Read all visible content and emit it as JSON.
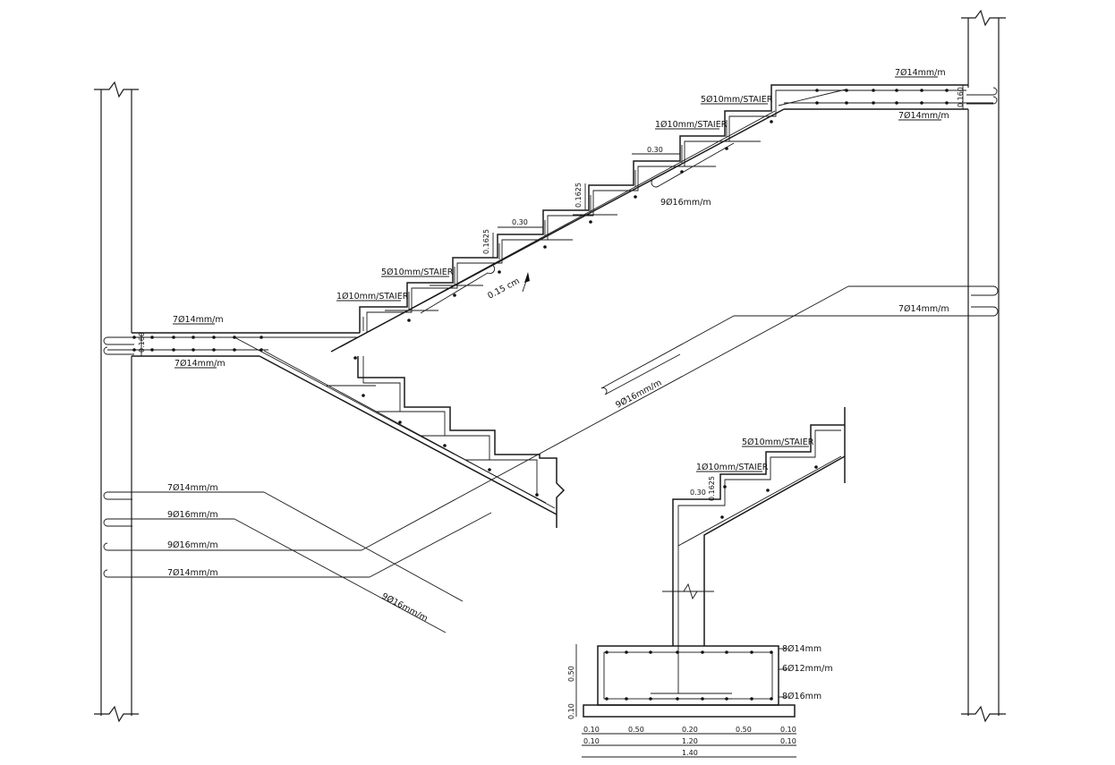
{
  "labels": {
    "top_landing_top": "7Ø14mm/m",
    "top_landing_bottom": "7Ø14mm/m",
    "top_flight_staier_a": "5Ø10mm/STAIER",
    "top_flight_staier_b": "1Ø10mm/STAIER",
    "top_flight_tread": "0.30",
    "top_flight_riser": "0.1625",
    "top_flight_main": "9Ø16mm/m",
    "mid_flight_tread": "0.30",
    "mid_flight_riser": "0.1625",
    "mid_staier_a": "5Ø10mm/STAIER",
    "mid_staier_b": "1Ø10mm/STAIER",
    "slab_thickness": "0.15 cm",
    "left_landing_top": "7Ø14mm/m",
    "left_landing_bottom": "7Ø14mm/m",
    "landing_thickness": "0.160",
    "top_landing_thickness": "0.160",
    "right_bar": "7Ø14mm/m",
    "long_bar": "9Ø16mm/m",
    "bar_list_1": "7Ø14mm/m",
    "bar_list_2": "9Ø16mm/m",
    "bar_list_3": "9Ø16mm/m",
    "bar_list_4": "7Ø14mm/m",
    "bar_list_diag": "9Ø16mm/m",
    "footing_staier_a": "5Ø10mm/STAIER",
    "footing_staier_b": "1Ø10mm/STAIER",
    "footing_tread": "0.30",
    "footing_riser": "0.1625",
    "footing_top": "8Ø14mm",
    "footing_mid": "6Ø12mm/m",
    "footing_bottom": "8Ø16mm",
    "footing_height": "0.50",
    "footing_base": "0.10",
    "dim_row1": [
      "0.10",
      "0.50",
      "0.20",
      "0.50",
      "0.10"
    ],
    "dim_row2": [
      "0.10",
      "1.20",
      "0.10"
    ],
    "dim_row3": "1.40"
  }
}
